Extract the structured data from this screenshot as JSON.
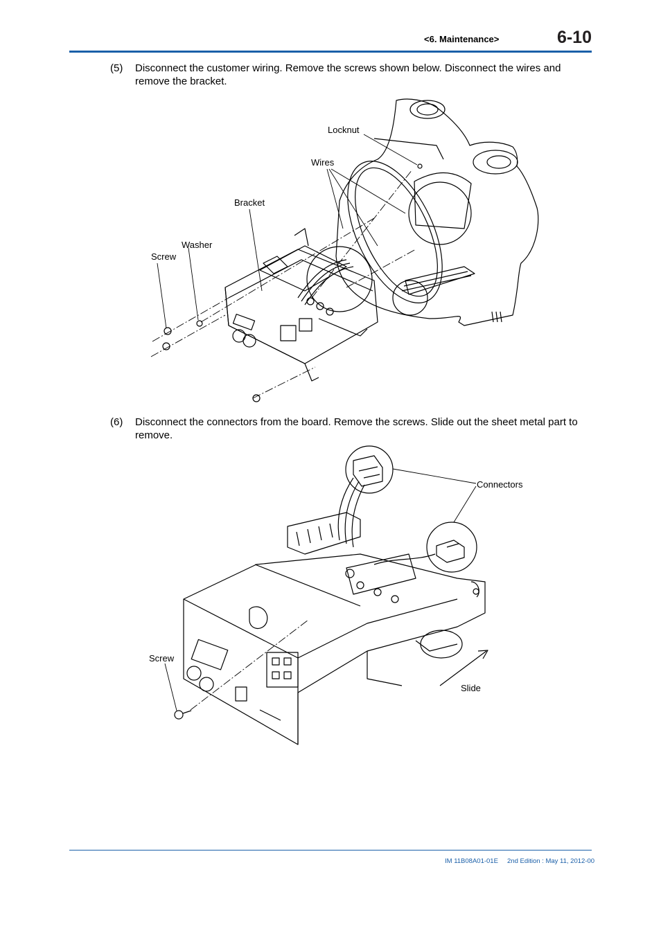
{
  "header": {
    "section": "<6.  Maintenance>",
    "page_number": "6-10"
  },
  "steps": [
    {
      "number": "(5)",
      "text": "Disconnect the customer wiring. Remove the screws shown below. Disconnect the wires and remove the bracket."
    },
    {
      "number": "(6)",
      "text": "Disconnect the connectors from the board. Remove the screws. Slide out the sheet metal part to remove."
    }
  ],
  "figure1": {
    "labels": {
      "locknut": "Locknut",
      "wires": "Wires",
      "bracket": "Bracket",
      "washer": "Washer",
      "screw": "Screw"
    }
  },
  "figure2": {
    "labels": {
      "connectors": "Connectors",
      "screw": "Screw",
      "slide": "Slide"
    }
  },
  "footer": {
    "doc_id": "IM 11B08A01-01E",
    "edition": "2nd Edition : May 11, 2012-00"
  }
}
